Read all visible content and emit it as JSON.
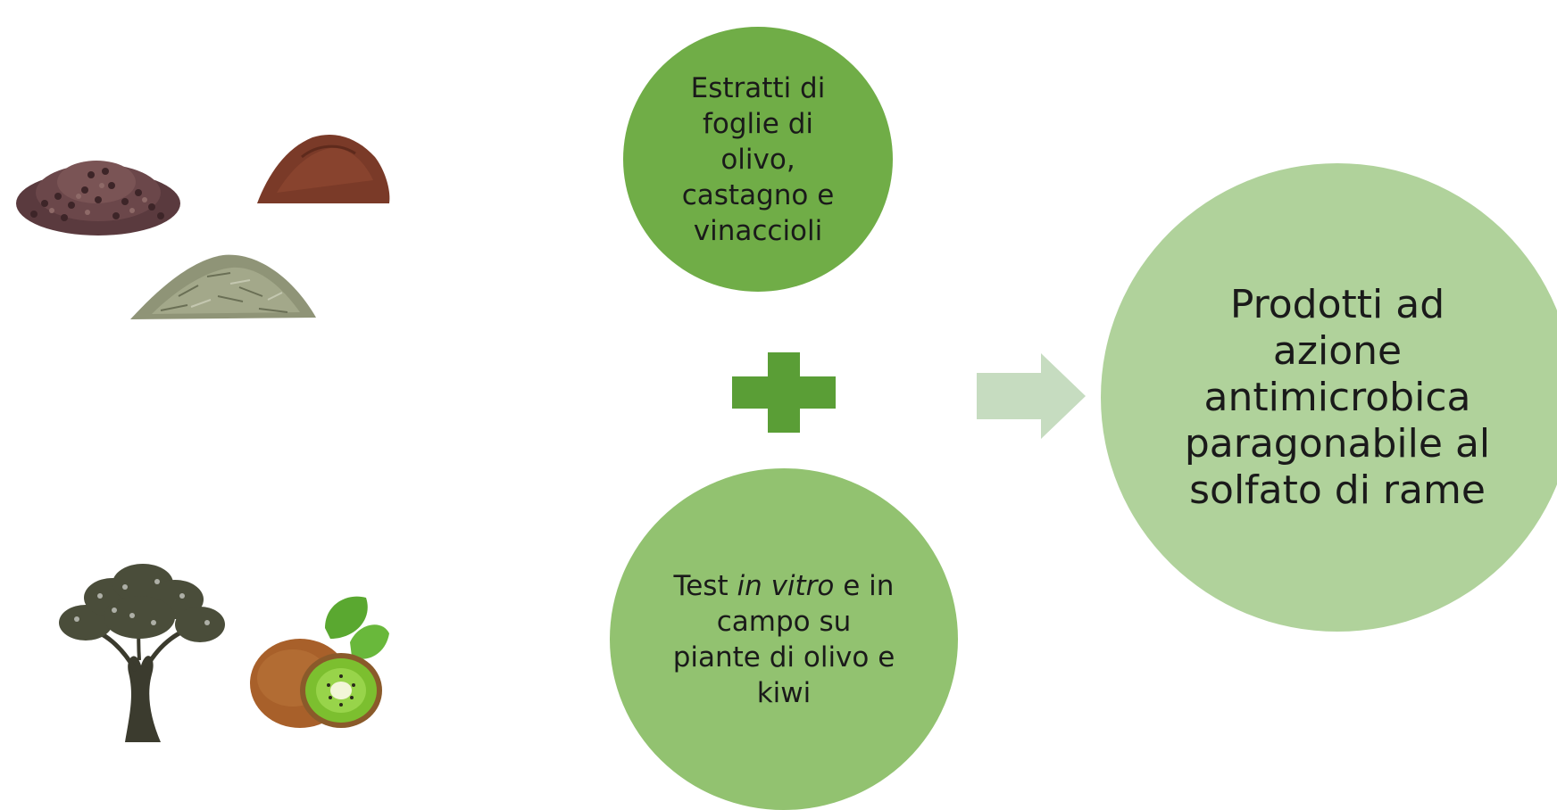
{
  "nodes": {
    "top": {
      "text": "Estratti di foglie di olivo, castagno e vinaccioli",
      "color": "#70ad47"
    },
    "bottom": {
      "text_before": "Test ",
      "text_italic": "in vitro",
      "text_after": " e in campo su piante di olivo e kiwi",
      "color": "#92c270"
    },
    "result": {
      "text": "Prodotti ad azione antimicrobica paragonabile al solfato di rame",
      "color": "#b0d29b"
    }
  },
  "connectors": {
    "plus_color": "#5a9e36",
    "arrow_color": "#c6dcc0"
  },
  "images": {
    "left_top": [
      "grape-seeds-pile-image",
      "chestnut-powder-pile-image",
      "dried-olive-leaves-pile-image"
    ],
    "left_bottom": [
      "olive-tree-image",
      "kiwi-fruit-image"
    ]
  }
}
